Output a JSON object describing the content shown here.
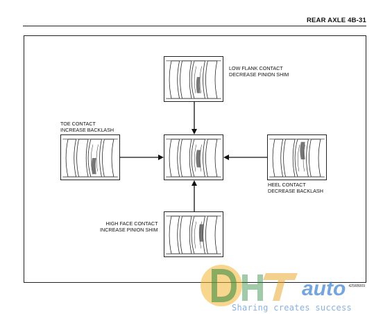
{
  "header": {
    "title": "REAR AXLE  4B-31"
  },
  "figure": {
    "top": {
      "line1": "LOW FLANK CONTACT",
      "line2": "DECREASE PINION SHIM"
    },
    "left": {
      "line1": "TOE CONTACT",
      "line2": "INCREASE BACKLASH"
    },
    "right": {
      "line1": "HEEL CONTACT",
      "line2": "DECREASE BACKLASH"
    },
    "bottom": {
      "line1": "HIGH FACE CONTACT",
      "line2": "INCREASE PINION SHIM"
    },
    "code": "425RB009"
  },
  "watermark": {
    "tagline": "Sharing creates success",
    "accent": "#e8a21b",
    "brand": "#2f8a3e"
  }
}
